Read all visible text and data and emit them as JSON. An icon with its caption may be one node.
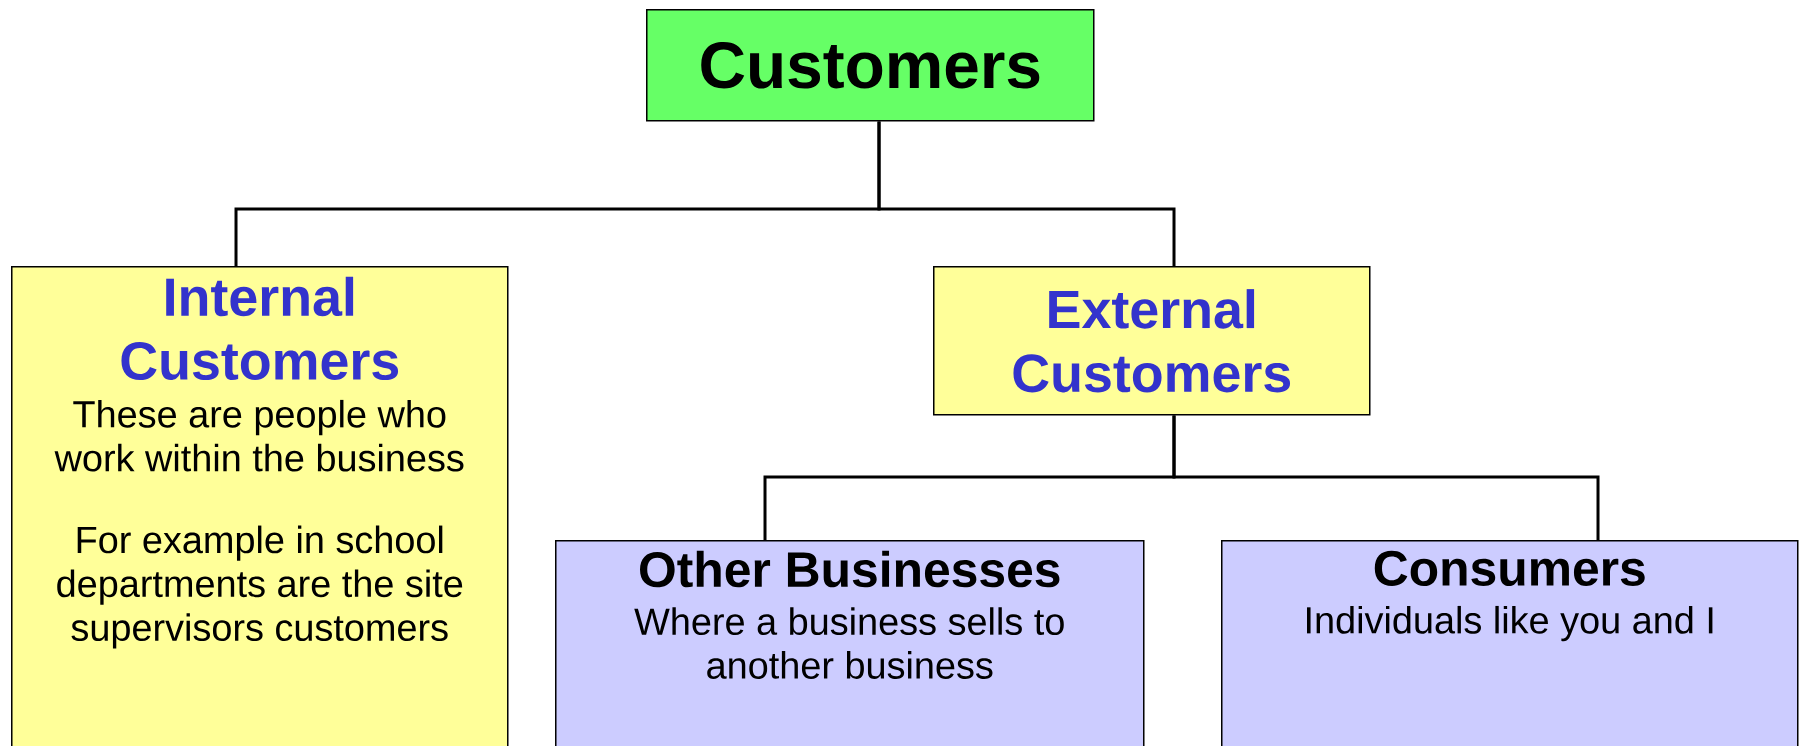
{
  "diagram": {
    "nodes": [
      {
        "text": [
          "Customers"
        ]
      },
      {
        "text": [
          "Internal Customers",
          "These are people who work within the business",
          "For example in school departments are the site supervisors customers"
        ]
      },
      {
        "text": [
          "External Customers"
        ]
      },
      {
        "text": [
          "Other Businesses",
          "Where a business sells to another business"
        ]
      },
      {
        "text": [
          "Consumers",
          "Individuals like you and I"
        ]
      }
    ],
    "edges": [
      {
        "from": 0,
        "to": 1,
        "arrow": "none"
      },
      {
        "from": 0,
        "to": 2,
        "arrow": "none"
      },
      {
        "from": 2,
        "to": 3,
        "arrow": "none"
      },
      {
        "from": 2,
        "to": 4,
        "arrow": "none"
      }
    ]
  }
}
